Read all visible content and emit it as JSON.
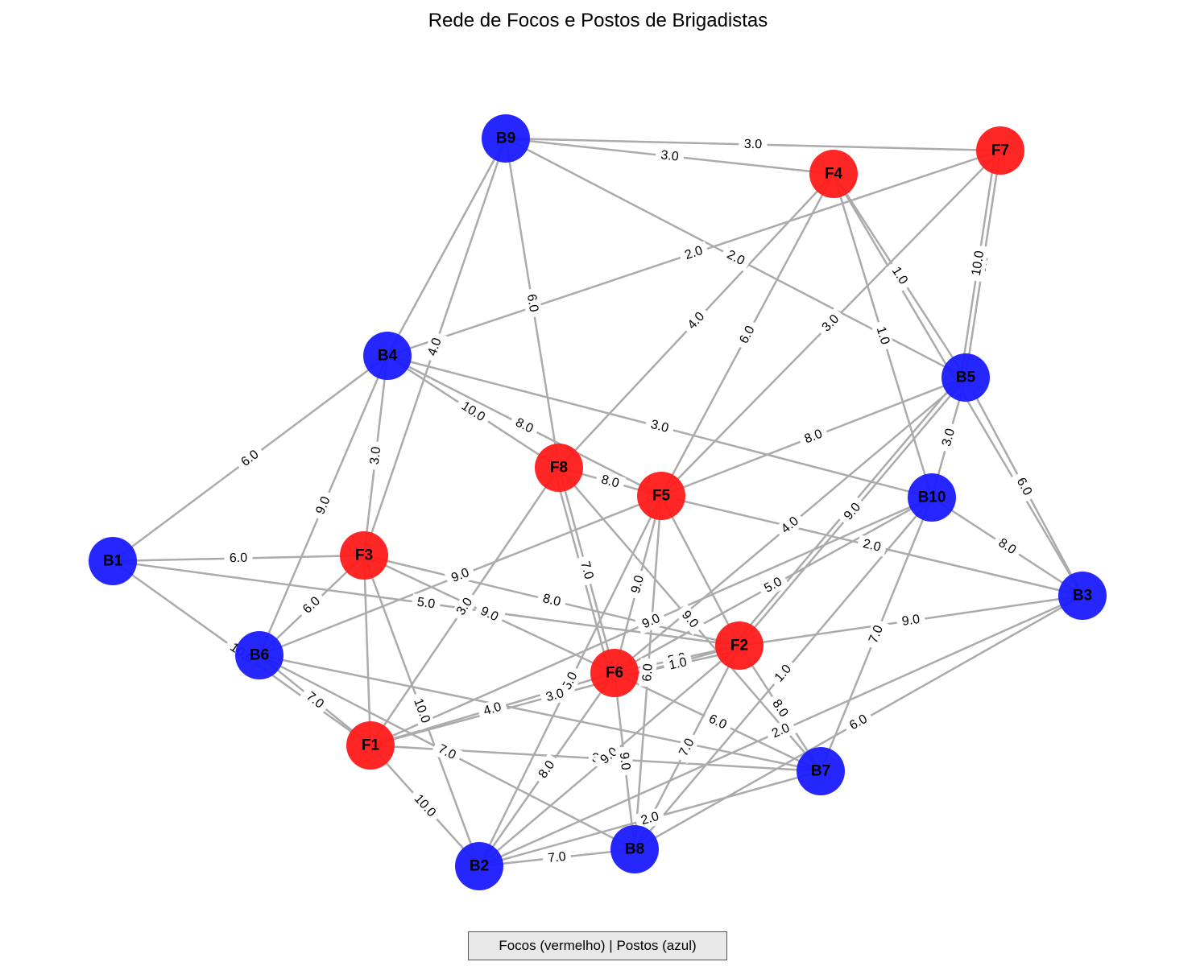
{
  "title": "Rede de Focos e Postos de Brigadistas",
  "legend": "Focos (vermelho) | Postos (azul)",
  "colors": {
    "foco": "#ff1a1a",
    "posto": "#1a1aff",
    "edge": "#ababab",
    "legend_bg": "#e8e8e8"
  },
  "nodes": [
    {
      "id": "F1",
      "type": "foco"
    },
    {
      "id": "F2",
      "type": "foco"
    },
    {
      "id": "F3",
      "type": "foco"
    },
    {
      "id": "F4",
      "type": "foco"
    },
    {
      "id": "F5",
      "type": "foco"
    },
    {
      "id": "F6",
      "type": "foco"
    },
    {
      "id": "F7",
      "type": "foco"
    },
    {
      "id": "F8",
      "type": "foco"
    },
    {
      "id": "B1",
      "type": "posto"
    },
    {
      "id": "B2",
      "type": "posto"
    },
    {
      "id": "B3",
      "type": "posto"
    },
    {
      "id": "B4",
      "type": "posto"
    },
    {
      "id": "B5",
      "type": "posto"
    },
    {
      "id": "B6",
      "type": "posto"
    },
    {
      "id": "B7",
      "type": "posto"
    },
    {
      "id": "B8",
      "type": "posto"
    },
    {
      "id": "B9",
      "type": "posto"
    },
    {
      "id": "B10",
      "type": "posto"
    }
  ],
  "edges": [
    {
      "source": "B9",
      "target": "F7",
      "weight": "3.0"
    },
    {
      "source": "B9",
      "target": "F4",
      "weight": "3.0"
    },
    {
      "source": "B9",
      "target": "B4",
      "weight": ""
    },
    {
      "source": "B9",
      "target": "F3",
      "weight": "4.0"
    },
    {
      "source": "B9",
      "target": "F8",
      "weight": "6.0"
    },
    {
      "source": "B9",
      "target": "B5",
      "weight": "2.0"
    },
    {
      "source": "F7",
      "target": "B4",
      "weight": "2.0"
    },
    {
      "source": "F7",
      "target": "B5",
      "weight": "5.0"
    },
    {
      "source": "F7",
      "target": "B5",
      "weight": "10.0"
    },
    {
      "source": "F7",
      "target": "F5",
      "weight": "3.0"
    },
    {
      "source": "F4",
      "target": "F8",
      "weight": "4.0"
    },
    {
      "source": "F4",
      "target": "F5",
      "weight": "6.0"
    },
    {
      "source": "F4",
      "target": "B5",
      "weight": "1.0"
    },
    {
      "source": "F4",
      "target": "B10",
      "weight": "1.0"
    },
    {
      "source": "F4",
      "target": "B3",
      "weight": ""
    },
    {
      "source": "B4",
      "target": "B1",
      "weight": "6.0"
    },
    {
      "source": "B4",
      "target": "F3",
      "weight": "3.0"
    },
    {
      "source": "B4",
      "target": "B6",
      "weight": "9.0"
    },
    {
      "source": "B4",
      "target": "F8",
      "weight": "10.0"
    },
    {
      "source": "B4",
      "target": "F5",
      "weight": "8.0"
    },
    {
      "source": "B4",
      "target": "B10",
      "weight": "3.0"
    },
    {
      "source": "F8",
      "target": "F5",
      "weight": "8.0"
    },
    {
      "source": "F8",
      "target": "F6",
      "weight": "7.0"
    },
    {
      "source": "F8",
      "target": "B7",
      "weight": "9.0"
    },
    {
      "source": "F8",
      "target": "F1",
      "weight": "3.0"
    },
    {
      "source": "F8",
      "target": "F6",
      "weight": ""
    },
    {
      "source": "F5",
      "target": "B5",
      "weight": "8.0"
    },
    {
      "source": "F5",
      "target": "B6",
      "weight": "9.0"
    },
    {
      "source": "F5",
      "target": "F6",
      "weight": "9.0"
    },
    {
      "source": "F5",
      "target": "F2",
      "weight": ""
    },
    {
      "source": "F5",
      "target": "B3",
      "weight": "2.0"
    },
    {
      "source": "F5",
      "target": "B2",
      "weight": "5.0"
    },
    {
      "source": "F5",
      "target": "B8",
      "weight": "6.0"
    },
    {
      "source": "B5",
      "target": "B10",
      "weight": "3.0"
    },
    {
      "source": "B5",
      "target": "B3",
      "weight": "6.0"
    },
    {
      "source": "B5",
      "target": "F6",
      "weight": "4.0"
    },
    {
      "source": "B5",
      "target": "F2",
      "weight": "9.0"
    },
    {
      "source": "B5",
      "target": "F2",
      "weight": ""
    },
    {
      "source": "B10",
      "target": "B3",
      "weight": "8.0"
    },
    {
      "source": "B10",
      "target": "F6",
      "weight": "5.0"
    },
    {
      "source": "B10",
      "target": "F1",
      "weight": "9.0"
    },
    {
      "source": "B10",
      "target": "B8",
      "weight": "1.0"
    },
    {
      "source": "B10",
      "target": "B7",
      "weight": "7.0"
    },
    {
      "source": "B1",
      "target": "F3",
      "weight": "6.0"
    },
    {
      "source": "B1",
      "target": "F2",
      "weight": "5.0"
    },
    {
      "source": "B1",
      "target": "F1",
      "weight": "10.0"
    },
    {
      "source": "F3",
      "target": "B6",
      "weight": "6.0"
    },
    {
      "source": "F3",
      "target": "F1",
      "weight": ""
    },
    {
      "source": "F3",
      "target": "F6",
      "weight": "9.0"
    },
    {
      "source": "F3",
      "target": "F2",
      "weight": "8.0"
    },
    {
      "source": "F3",
      "target": "B2",
      "weight": "10.0"
    },
    {
      "source": "B6",
      "target": "F1",
      "weight": "7.0"
    },
    {
      "source": "B6",
      "target": "B8",
      "weight": "7.0"
    },
    {
      "source": "B6",
      "target": "B7",
      "weight": ""
    },
    {
      "source": "F1",
      "target": "F6",
      "weight": "4.0"
    },
    {
      "source": "F1",
      "target": "F2",
      "weight": "3.0"
    },
    {
      "source": "F1",
      "target": "B7",
      "weight": "3"
    },
    {
      "source": "F1",
      "target": "B2",
      "weight": "10.0"
    },
    {
      "source": "F2",
      "target": "B3",
      "weight": "9.0"
    },
    {
      "source": "F2",
      "target": "F6",
      "weight": "5.0"
    },
    {
      "source": "F2",
      "target": "B7",
      "weight": "8.0"
    },
    {
      "source": "F2",
      "target": "B8",
      "weight": "7.0"
    },
    {
      "source": "F2",
      "target": "B2",
      "weight": "9.0"
    },
    {
      "source": "F6",
      "target": "B8",
      "weight": "9.0"
    },
    {
      "source": "F6",
      "target": "B2",
      "weight": "8.0"
    },
    {
      "source": "F6",
      "target": "B7",
      "weight": "6.0"
    },
    {
      "source": "F6",
      "target": "F2",
      "weight": "1.0"
    },
    {
      "source": "B3",
      "target": "B8",
      "weight": "6.0"
    },
    {
      "source": "B3",
      "target": "B2",
      "weight": "2.0"
    },
    {
      "source": "B7",
      "target": "B2",
      "weight": "2.0"
    },
    {
      "source": "B8",
      "target": "B2",
      "weight": "7.0"
    }
  ]
}
